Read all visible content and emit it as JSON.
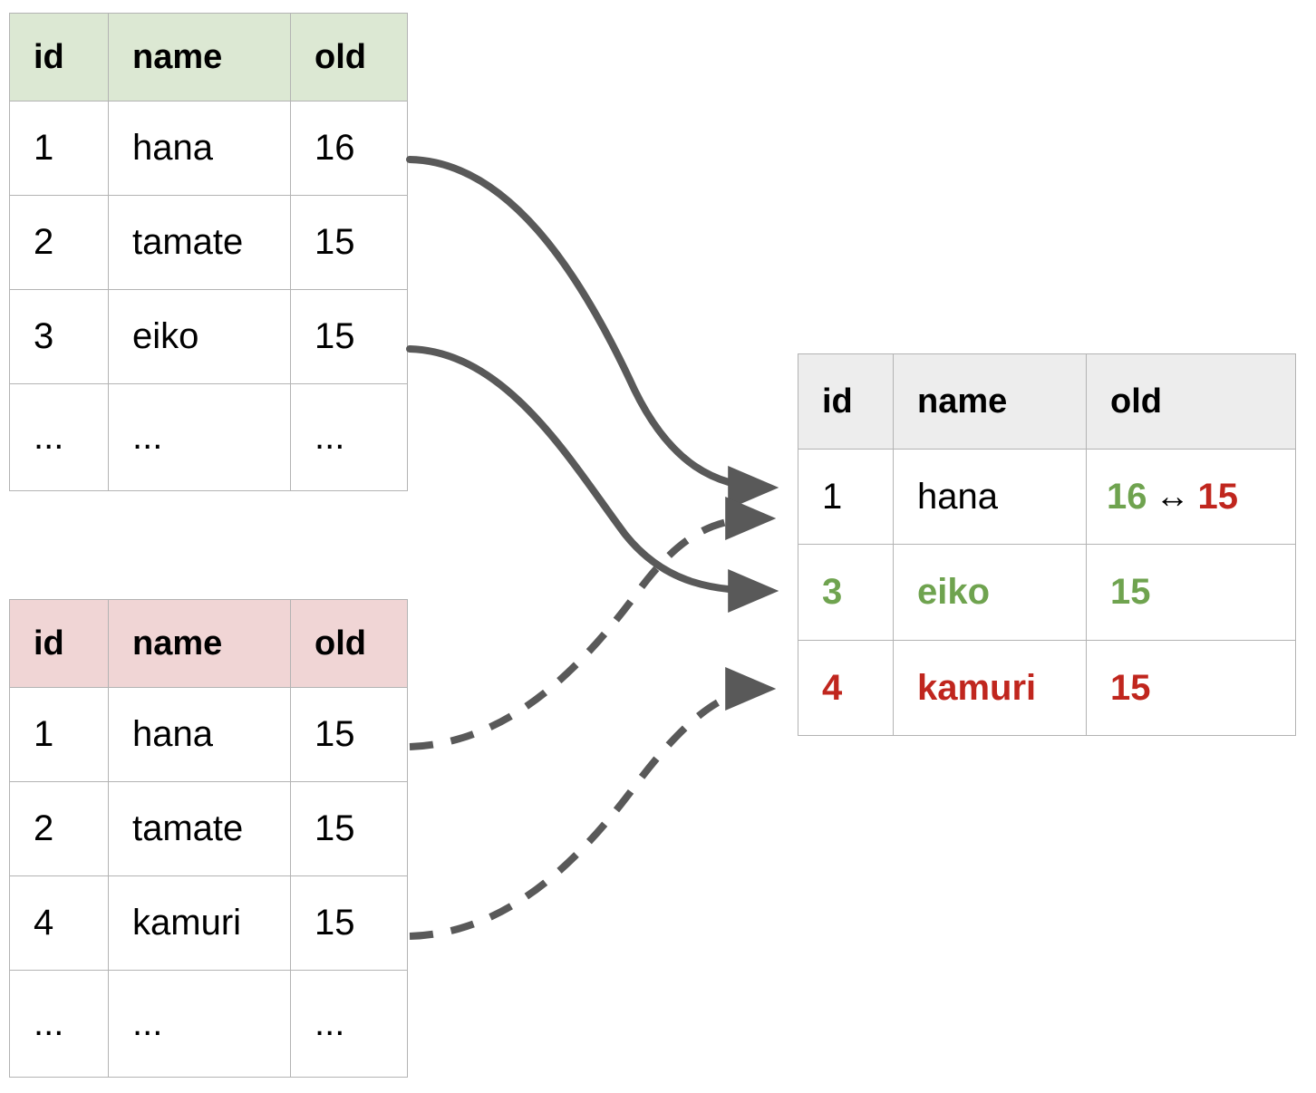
{
  "diagram": {
    "title": "table merge diagram",
    "colors": {
      "green_header": "#dce8d3",
      "pink_header": "#f0d5d5",
      "gray_header": "#ededed",
      "added_green": "#6fa34f",
      "conflict_red": "#c0261e",
      "arrow": "#595959",
      "border": "#b3b3b3"
    }
  },
  "source_green": {
    "name": "source-table-green",
    "columns": [
      "id",
      "name",
      "old"
    ],
    "rows": [
      [
        "1",
        "hana",
        "16"
      ],
      [
        "2",
        "tamate",
        "15"
      ],
      [
        "3",
        "eiko",
        "15"
      ],
      [
        "...",
        "...",
        "..."
      ]
    ]
  },
  "source_pink": {
    "name": "source-table-pink",
    "columns": [
      "id",
      "name",
      "old"
    ],
    "rows": [
      [
        "1",
        "hana",
        "15"
      ],
      [
        "2",
        "tamate",
        "15"
      ],
      [
        "4",
        "kamuri",
        "15"
      ],
      [
        "...",
        "...",
        "..."
      ]
    ]
  },
  "result": {
    "name": "result-table",
    "columns": [
      "id",
      "name",
      "old"
    ],
    "rows": [
      {
        "id": "1",
        "id_style": "plain",
        "name": "hana",
        "name_style": "plain",
        "old": {
          "kind": "conflict",
          "left": "16",
          "symbol": "↔",
          "right": "15"
        }
      },
      {
        "id": "3",
        "id_style": "green",
        "name": "eiko",
        "name_style": "green",
        "old": {
          "kind": "single",
          "value": "15",
          "style": "green"
        }
      },
      {
        "id": "4",
        "id_style": "red",
        "name": "kamuri",
        "name_style": "red",
        "old": {
          "kind": "single",
          "value": "15",
          "style": "red"
        }
      }
    ]
  },
  "arrows": [
    {
      "name": "arrow-green-row1-to-result-row1",
      "style": "solid",
      "from": "green table row 1 (hana 16)",
      "to": "result row 1"
    },
    {
      "name": "arrow-green-row3-to-result-row2",
      "style": "solid",
      "from": "green table row 3 (eiko 15)",
      "to": "result row 2"
    },
    {
      "name": "arrow-pink-row1-to-result-row1",
      "style": "dashed",
      "from": "pink table row 1 (hana 15)",
      "to": "result row 1"
    },
    {
      "name": "arrow-pink-row4-to-result-row3",
      "style": "dashed",
      "from": "pink table row 4 (kamuri 15)",
      "to": "result row 3"
    }
  ]
}
